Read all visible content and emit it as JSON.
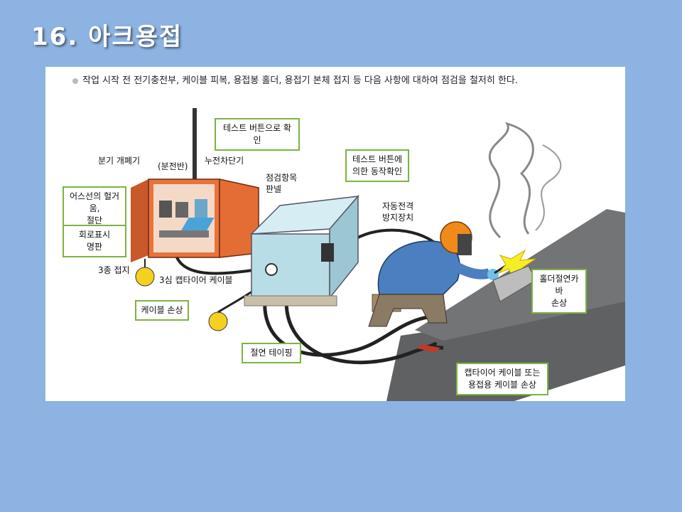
{
  "slide": {
    "title": "16. 아크용접",
    "intro": "작업 시작 전 전기충전부, 케이블 피복, 용접봉 홀더, 용접기 본체 접지 등 다음 사항에 대하여 점검을 철저히 한다."
  },
  "callouts": {
    "test_button_confirm": "테스트 버튼으로 확인",
    "test_button_operation": [
      "테스트 버튼에",
      "의한 동작확인"
    ],
    "wire_wear": [
      "어스선의 헐거움,",
      "절단"
    ],
    "circuit_plate": [
      "회로표시",
      "명판"
    ],
    "cable_damage": "케이블 손상",
    "insulation_taping": "절연 테이핑",
    "holder_cover_damage": [
      "홀더절연카바",
      "손상"
    ],
    "cabtire_damage": [
      "캡타이어 케이블 또는",
      "용접용 케이블 손상"
    ]
  },
  "labels": {
    "branch_switch": "분기 개폐기",
    "distribution_panel": "(분전반)",
    "leakage_breaker": "누전차단기",
    "inspection_panel": [
      "점검항목",
      "판넬"
    ],
    "auto_shock_prevent": [
      "자동전격",
      "방지장치"
    ],
    "ground_type3": "3종 접지",
    "cable_3core": "3심 캡타이어 케이블"
  },
  "colors": {
    "background": "#8db3e2",
    "callout_border": "#7cb342",
    "panel_orange": "#e8743b",
    "welder_body": "#b9dde6",
    "ground_yellow": "#f5d020"
  }
}
